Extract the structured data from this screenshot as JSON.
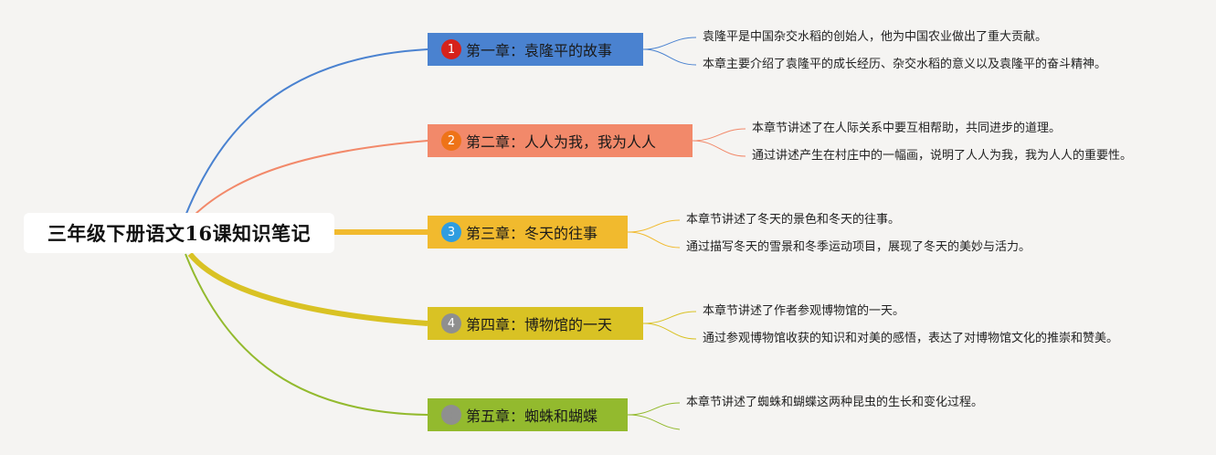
{
  "root": {
    "title": "三年级下册语文16课知识笔记"
  },
  "chapters": [
    {
      "number": "1",
      "label": "第一章：袁隆平的故事",
      "color": "#4a82d0",
      "badge_color": "#d6221b",
      "badge_text_color": "#ffffff",
      "notes": [
        "袁隆平是中国杂交水稻的创始人，他为中国农业做出了重大贡献。",
        "本章主要介绍了袁隆平的成长经历、杂交水稻的意义以及袁隆平的奋斗精神。"
      ]
    },
    {
      "number": "2",
      "label": "第二章：人人为我，我为人人",
      "color": "#f2896a",
      "badge_color": "#ee7318",
      "badge_text_color": "#ffffff",
      "notes": [
        "本章节讲述了在人际关系中要互相帮助，共同进步的道理。",
        "通过讲述产生在村庄中的一幅画，说明了人人为我，我为人人的重要性。"
      ]
    },
    {
      "number": "3",
      "label": "第三章：冬天的往事",
      "color": "#f1ba2e",
      "badge_color": "#2f9de0",
      "badge_text_color": "#ffffff",
      "notes": [
        "本章节讲述了冬天的景色和冬天的往事。",
        "通过描写冬天的雪景和冬季运动项目，展现了冬天的美妙与活力。"
      ]
    },
    {
      "number": "4",
      "label": "第四章：博物馆的一天",
      "color": "#d9c224",
      "badge_color": "#8f8f8f",
      "badge_text_color": "#ffffff",
      "notes": [
        "本章节讲述了作者参观博物馆的一天。",
        "通过参观博物馆收获的知识和对美的感悟，表达了对博物馆文化的推崇和赞美。"
      ]
    },
    {
      "number": "5",
      "label": "第五章：蜘蛛和蝴蝶",
      "color": "#93ba2e",
      "badge_color": "#8f8f8f",
      "badge_text_color": "#8f8f8f",
      "notes": [
        "本章节讲述了蜘蛛和蝴蝶这两种昆虫的生长和变化过程。"
      ]
    }
  ]
}
